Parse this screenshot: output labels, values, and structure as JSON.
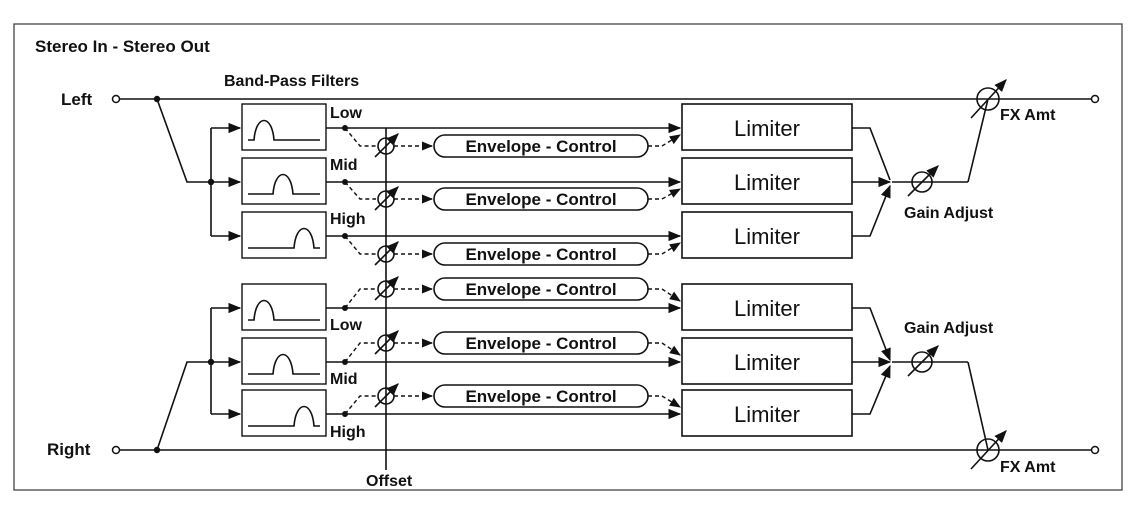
{
  "title": "Stereo  In - Stereo Out",
  "band_pass_label": "Band-Pass Filters",
  "inputs": {
    "left": "Left",
    "right": "Right"
  },
  "bands": {
    "low": "Low",
    "mid": "Mid",
    "high": "High"
  },
  "envelope_label": "Envelope - Control",
  "limiter_label": "Limiter",
  "gain_adjust_label": "Gain Adjust",
  "fx_amt_label": "FX Amt",
  "offset_label": "Offset"
}
